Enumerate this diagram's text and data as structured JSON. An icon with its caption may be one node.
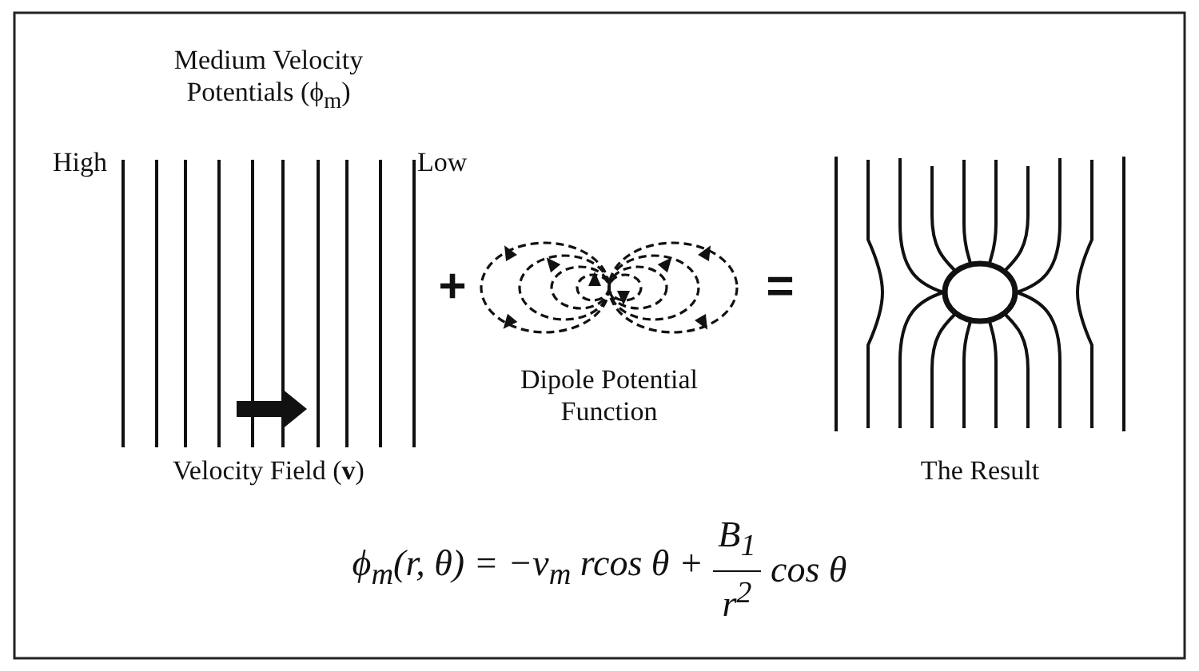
{
  "diagram": {
    "labels": [
      "Medium Velocity Potentials (ϕ$_{m}$)",
      "High",
      "Low",
      "+",
      "=",
      "Dipole Potential Function",
      "Velocity Field (**v**)",
      "The Result",
      "ϕ$_{m}$(r, θ) = −v$_{m}$ rcos θ +",
      "B$_{1}$",
      "r$^{2}$",
      "cos θ"
    ]
  }
}
